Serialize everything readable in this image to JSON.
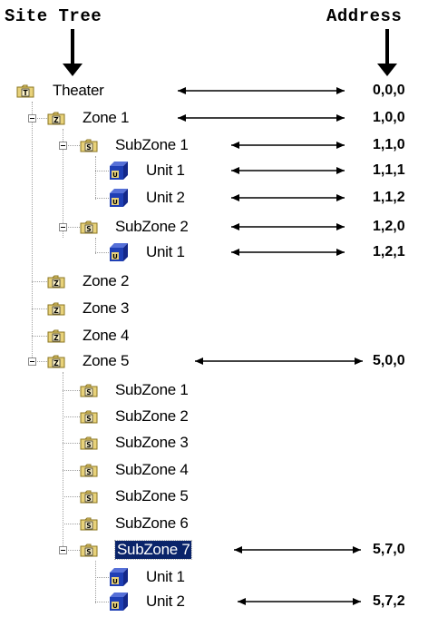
{
  "headers": {
    "left": "Site Tree",
    "right": "Address"
  },
  "tree": [
    {
      "id": "theater",
      "label": "Theater",
      "type": "T",
      "address": "0,0,0"
    },
    {
      "id": "zone1",
      "label": "Zone 1",
      "type": "Z",
      "address": "1,0,0"
    },
    {
      "id": "z1-sub1",
      "label": "SubZone 1",
      "type": "S",
      "address": "1,1,0"
    },
    {
      "id": "z1-sub1-unit1",
      "label": "Unit 1",
      "type": "U",
      "address": "1,1,1"
    },
    {
      "id": "z1-sub1-unit2",
      "label": "Unit 2",
      "type": "U",
      "address": "1,1,2"
    },
    {
      "id": "z1-sub2",
      "label": "SubZone 2",
      "type": "S",
      "address": "1,2,0"
    },
    {
      "id": "z1-sub2-unit1",
      "label": "Unit 1",
      "type": "U",
      "address": "1,2,1"
    },
    {
      "id": "zone2",
      "label": "Zone 2",
      "type": "Z",
      "address": ""
    },
    {
      "id": "zone3",
      "label": "Zone 3",
      "type": "Z",
      "address": ""
    },
    {
      "id": "zone4",
      "label": "Zone 4",
      "type": "Z",
      "address": ""
    },
    {
      "id": "zone5",
      "label": "Zone 5",
      "type": "Z",
      "address": "5,0,0"
    },
    {
      "id": "z5-sub1",
      "label": "SubZone 1",
      "type": "S",
      "address": ""
    },
    {
      "id": "z5-sub2",
      "label": "SubZone 2",
      "type": "S",
      "address": ""
    },
    {
      "id": "z5-sub3",
      "label": "SubZone 3",
      "type": "S",
      "address": ""
    },
    {
      "id": "z5-sub4",
      "label": "SubZone 4",
      "type": "S",
      "address": ""
    },
    {
      "id": "z5-sub5",
      "label": "SubZone 5",
      "type": "S",
      "address": ""
    },
    {
      "id": "z5-sub6",
      "label": "SubZone 6",
      "type": "S",
      "address": ""
    },
    {
      "id": "z5-sub7",
      "label": "SubZone 7",
      "type": "S",
      "address": "5,7,0",
      "selected": true
    },
    {
      "id": "z5-sub7-unit1",
      "label": "Unit 1",
      "type": "U",
      "address": ""
    },
    {
      "id": "z5-sub7-unit2",
      "label": "Unit 2",
      "type": "U",
      "address": "5,7,2"
    }
  ],
  "colors": {
    "folder": "#e8d27a",
    "folder_dark": "#8a7420",
    "unit_blue": "#1f3fb5",
    "selection": "#0a246a"
  }
}
